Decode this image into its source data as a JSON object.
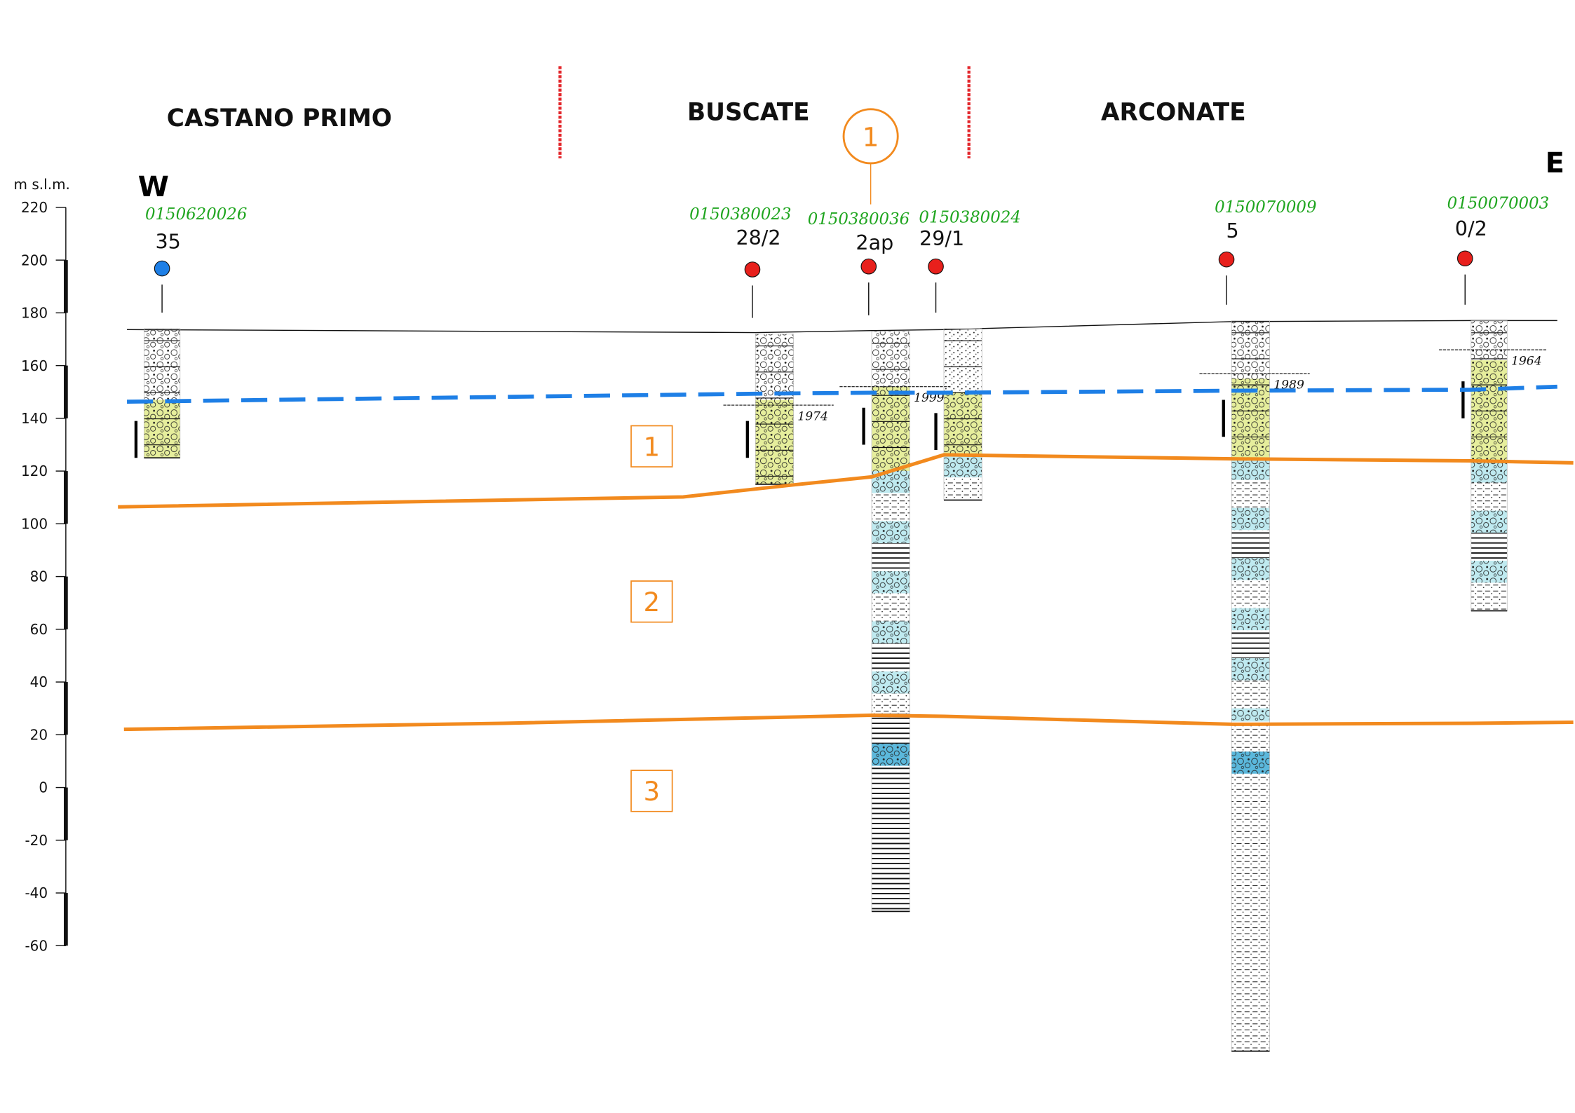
{
  "municipalities": [
    "CASTANO PRIMO",
    "BUSCATE",
    "ARCONATE"
  ],
  "directions": {
    "west": "W",
    "east": "E"
  },
  "axis": {
    "label": "m s.l.m.",
    "ticks": [
      "220",
      "200",
      "180",
      "160",
      "140",
      "120",
      "100",
      "80",
      "60",
      "40",
      "20",
      "0",
      "-20",
      "-40",
      "-60"
    ]
  },
  "section_marker": "1",
  "aquifers": [
    "1",
    "2",
    "3"
  ],
  "wells": [
    {
      "code": "0150620026",
      "name": "35",
      "status": "blue",
      "ground_m": 174,
      "bottom_m": 125,
      "water_m": 147,
      "survey_year": ""
    },
    {
      "code": "0150380023",
      "name": "28/2",
      "status": "red",
      "ground_m": 172,
      "bottom_m": 115,
      "water_m": 147,
      "survey_year": "1974"
    },
    {
      "code": "0150380036",
      "name": "2ap",
      "status": "red",
      "ground_m": 173,
      "bottom_m": -47,
      "water_m": 152,
      "survey_year": "1999"
    },
    {
      "code": "0150380024",
      "name": "29/1",
      "status": "red",
      "ground_m": 174,
      "bottom_m": 109,
      "water_m": 150,
      "survey_year": ""
    },
    {
      "code": "0150070009",
      "name": "5",
      "status": "red",
      "ground_m": 177,
      "bottom_m": -100,
      "water_m": 155,
      "survey_year": "1989"
    },
    {
      "code": "0150070003",
      "name": "0/2",
      "status": "red",
      "ground_m": 177,
      "bottom_m": 67,
      "water_m": 162,
      "survey_year": "1964"
    }
  ],
  "colors": {
    "aquifer_boundary": "#f28a1e",
    "water_table": "#1e7fe6",
    "municipal_border": "#e3262b",
    "well_code": "#1fa51f",
    "status_red": "#e8201c",
    "status_blue": "#1e7fe6",
    "aquifer1_fill": "#e6ee9c",
    "aquifer2_fill": "#bfeaf0",
    "aquifer3_fill": "#5bb8dc"
  }
}
